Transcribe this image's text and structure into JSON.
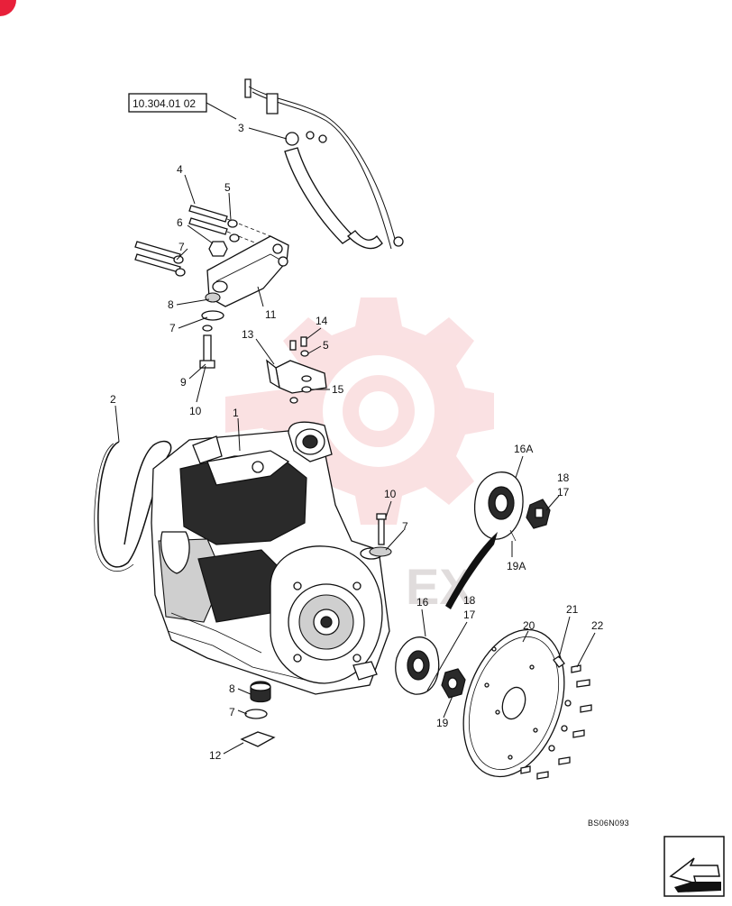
{
  "reference": "10.304.01 02",
  "drawing_code": "BS06N093",
  "watermark_text": "EX",
  "colors": {
    "accent": "#e8203a",
    "watermark": "#f6c9cc"
  },
  "labels": {
    "p1": "1",
    "p2": "2",
    "p3": "3",
    "p4": "4",
    "p5a": "5",
    "p5b": "5",
    "p6": "6",
    "p7a": "7",
    "p7b": "7",
    "p7c": "7",
    "p7d": "7",
    "p8a": "8",
    "p8b": "8",
    "p9": "9",
    "p10a": "10",
    "p10b": "10",
    "p11": "11",
    "p12": "12",
    "p13": "13",
    "p14": "14",
    "p15": "15",
    "p16": "16",
    "p16a": "16A",
    "p17a": "17",
    "p17b": "17",
    "p18a": "18",
    "p18b": "18",
    "p19": "19",
    "p19a": "19A",
    "p20": "20",
    "p21": "21",
    "p22": "22"
  }
}
